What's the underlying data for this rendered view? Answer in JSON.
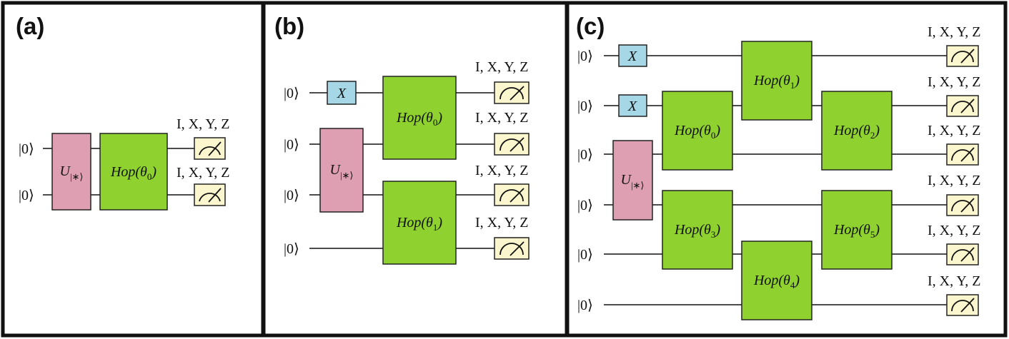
{
  "colors": {
    "hop_gate": "#8fd12e",
    "state_prep_gate": "#df9fb3",
    "x_gate": "#a6d7e6",
    "meter": "#fbf6cd"
  },
  "panels": [
    {
      "label": "(a)",
      "inputs": [
        "|0⟩",
        "|0⟩"
      ],
      "state_prep": {
        "main": "U",
        "sub": "|∗⟩"
      },
      "x_gates": [],
      "hops": [
        {
          "base": "Hop(θ",
          "sub": "0",
          "close": ")"
        }
      ],
      "measure_labels": [
        "I, X, Y, Z",
        "I, X, Y, Z"
      ]
    },
    {
      "label": "(b)",
      "inputs": [
        "|0⟩",
        "|0⟩",
        "|0⟩",
        "|0⟩"
      ],
      "state_prep": {
        "main": "U",
        "sub": "|∗⟩"
      },
      "x_gates": [
        "X"
      ],
      "hops": [
        {
          "base": "Hop(θ",
          "sub": "0",
          "close": ")"
        },
        {
          "base": "Hop(θ",
          "sub": "1",
          "close": ")"
        }
      ],
      "measure_labels": [
        "I, X, Y, Z",
        "I, X, Y, Z",
        "I, X, Y, Z",
        "I, X, Y, Z"
      ]
    },
    {
      "label": "(c)",
      "inputs": [
        "|0⟩",
        "|0⟩",
        "|0⟩",
        "|0⟩",
        "|0⟩",
        "|0⟩"
      ],
      "state_prep": {
        "main": "U",
        "sub": "|∗⟩"
      },
      "x_gates": [
        "X",
        "X"
      ],
      "hops": [
        {
          "base": "Hop(θ",
          "sub": "0",
          "close": ")"
        },
        {
          "base": "Hop(θ",
          "sub": "1",
          "close": ")"
        },
        {
          "base": "Hop(θ",
          "sub": "2",
          "close": ")"
        },
        {
          "base": "Hop(θ",
          "sub": "3",
          "close": ")"
        },
        {
          "base": "Hop(θ",
          "sub": "4",
          "close": ")"
        },
        {
          "base": "Hop(θ",
          "sub": "5",
          "close": ")"
        }
      ],
      "measure_labels": [
        "I, X, Y, Z",
        "I, X, Y, Z",
        "I, X, Y, Z",
        "I, X, Y, Z",
        "I, X, Y, Z",
        "I, X, Y, Z"
      ]
    }
  ]
}
